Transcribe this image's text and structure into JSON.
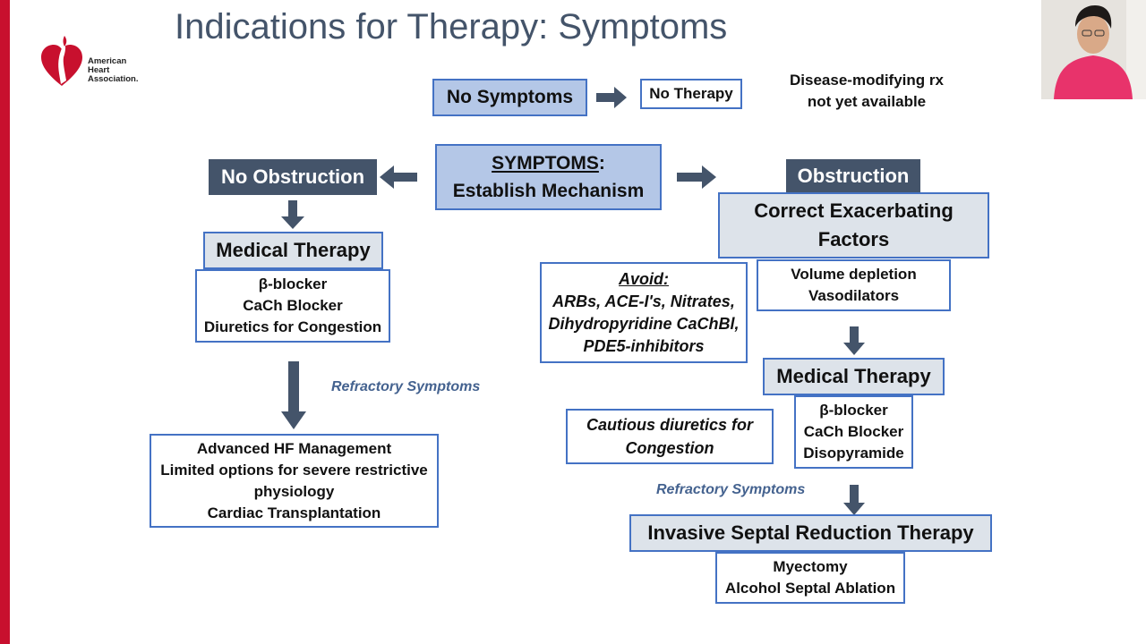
{
  "slide": {
    "title": "Indications for Therapy: Symptoms",
    "logo_text": [
      "American",
      "Heart",
      "Association."
    ]
  },
  "top": {
    "no_symptoms": "No Symptoms",
    "no_therapy": "No Therapy",
    "disease_modifying": [
      "Disease-modifying rx",
      "not yet available"
    ]
  },
  "center": {
    "symptoms_line1": "SYMPTOMS",
    "symptoms_colon": ":",
    "symptoms_line2": "Establish Mechanism"
  },
  "left": {
    "no_obstruction": "No Obstruction",
    "medical_therapy": "Medical Therapy",
    "drugs": [
      "β-blocker",
      "CaCh Blocker",
      "Diuretics for Congestion"
    ],
    "refractory": "Refractory Symptoms",
    "advanced": [
      "Advanced HF Management",
      "Limited options for severe restrictive",
      "physiology",
      "Cardiac Transplantation"
    ]
  },
  "right": {
    "obstruction": "Obstruction",
    "correct_factors": [
      "Correct Exacerbating",
      "Factors"
    ],
    "volume": [
      "Volume depletion",
      "Vasodilators"
    ],
    "avoid_title": "Avoid:",
    "avoid_items": [
      "ARBs, ACE-I's, Nitrates,",
      "Dihydropyridine CaChBl,",
      "PDE5-inhibitors"
    ],
    "medical_therapy": "Medical Therapy",
    "drugs": [
      "β-blocker",
      "CaCh Blocker",
      "Disopyramide"
    ],
    "cautious": [
      "Cautious diuretics for",
      "Congestion"
    ],
    "refractory": "Refractory Symptoms",
    "invasive": "Invasive Septal Reduction Therapy",
    "procedures": [
      "Myectomy",
      "Alcohol Septal Ablation"
    ]
  },
  "colors": {
    "accent_red": "#c8102e",
    "box_border": "#4472c4",
    "light_blue_fill": "#b4c7e7",
    "dark_slate_fill": "#44546a",
    "grey_fill": "#dde3ea",
    "note_blue": "#44628f"
  }
}
